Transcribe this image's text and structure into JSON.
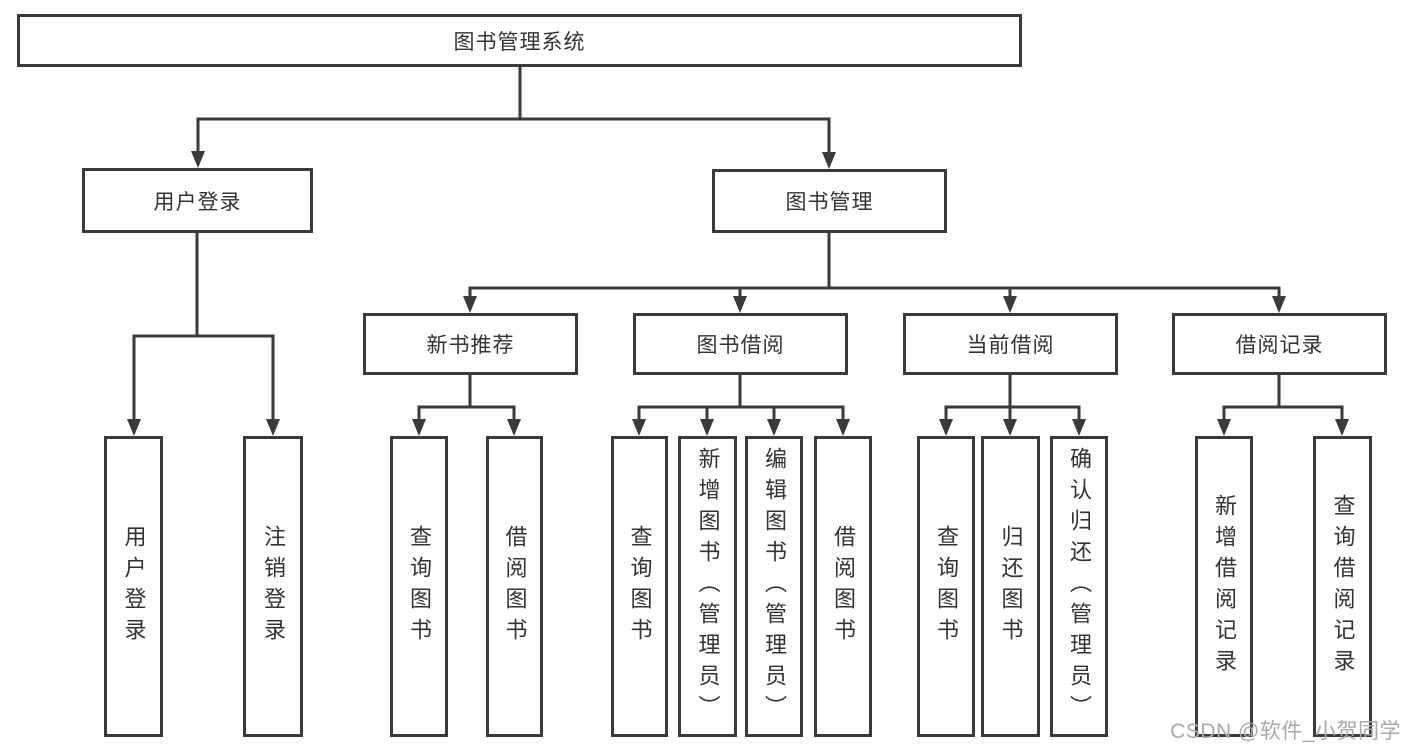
{
  "tree": {
    "root": {
      "label": "图书管理系统"
    },
    "level2": [
      {
        "label": "用户登录",
        "leaves": [
          {
            "label": "用户登录"
          },
          {
            "label": "注销登录"
          }
        ]
      },
      {
        "label": "图书管理",
        "groups": [
          {
            "label": "新书推荐",
            "leaves": [
              {
                "label": "查询图书"
              },
              {
                "label": "借阅图书"
              }
            ]
          },
          {
            "label": "图书借阅",
            "leaves": [
              {
                "label": "查询图书"
              },
              {
                "label": "新增图书（管理员）"
              },
              {
                "label": "编辑图书（管理员）"
              },
              {
                "label": "借阅图书"
              }
            ]
          },
          {
            "label": "当前借阅",
            "leaves": [
              {
                "label": "查询图书"
              },
              {
                "label": "归还图书"
              },
              {
                "label": "确认归还（管理员）"
              }
            ]
          },
          {
            "label": "借阅记录",
            "leaves": [
              {
                "label": "新增借阅记录"
              },
              {
                "label": "查询借阅记录"
              }
            ]
          }
        ]
      }
    ]
  },
  "watermark": {
    "text": "CSDN @软件_小贺同学"
  },
  "colors": {
    "line": "#3a3a3a",
    "text": "#333333",
    "watermark": "#a9a9a9",
    "background": "#ffffff"
  }
}
